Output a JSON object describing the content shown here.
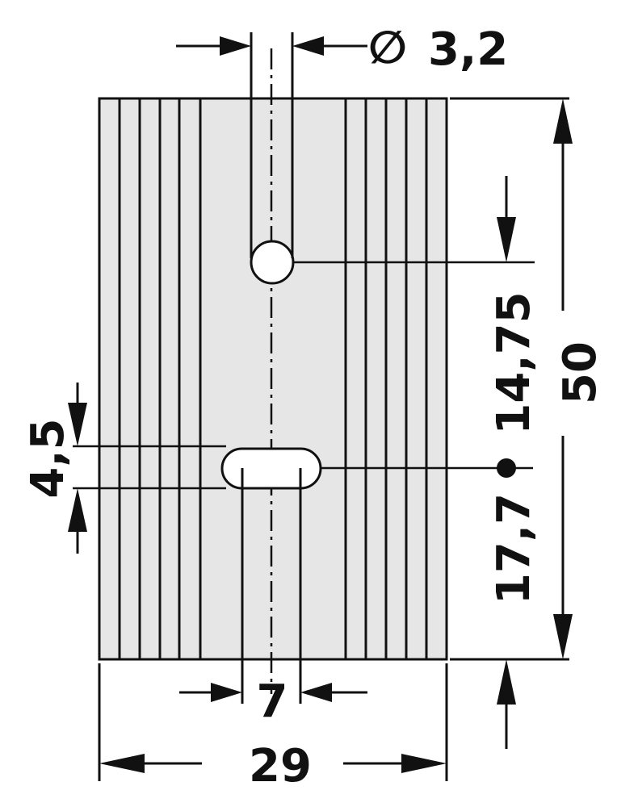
{
  "drawing": {
    "body_fill": "#e6e6e6",
    "line_color": "#111111",
    "dimensions": {
      "hole_diameter": "3,2",
      "slot_height": "4,5",
      "slot_width": "7",
      "overall_width": "29",
      "overall_height": "50",
      "hole_offset": "14,75",
      "slot_offset": "17,7"
    },
    "symbols": {
      "diameter": "∅"
    }
  }
}
